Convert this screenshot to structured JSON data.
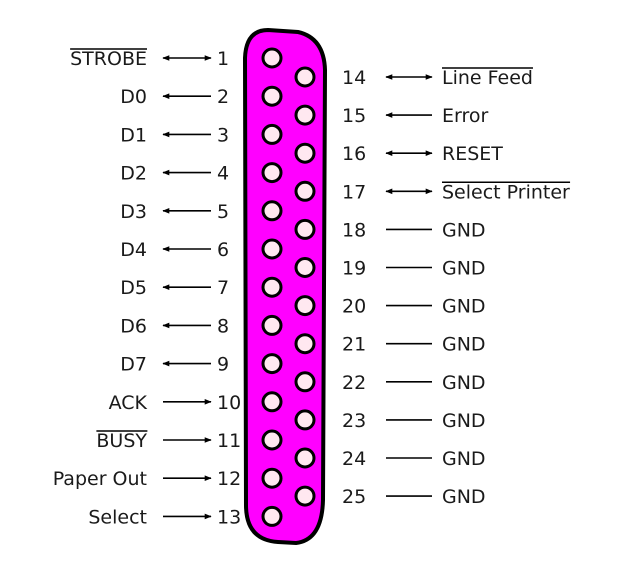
{
  "connector": {
    "body_color": "#ff00ff",
    "pin_color": "#ffe8f0",
    "outline_color": "#000000"
  },
  "left_pins": [
    {
      "num": "1",
      "label": "STROBE",
      "overline": true,
      "dir": "both"
    },
    {
      "num": "2",
      "label": "D0",
      "overline": false,
      "dir": "left"
    },
    {
      "num": "3",
      "label": "D1",
      "overline": false,
      "dir": "left"
    },
    {
      "num": "4",
      "label": "D2",
      "overline": false,
      "dir": "left"
    },
    {
      "num": "5",
      "label": "D3",
      "overline": false,
      "dir": "left"
    },
    {
      "num": "6",
      "label": "D4",
      "overline": false,
      "dir": "left"
    },
    {
      "num": "7",
      "label": "D5",
      "overline": false,
      "dir": "left"
    },
    {
      "num": "8",
      "label": "D6",
      "overline": false,
      "dir": "left"
    },
    {
      "num": "9",
      "label": "D7",
      "overline": false,
      "dir": "left"
    },
    {
      "num": "10",
      "label": "ACK",
      "overline": false,
      "dir": "right"
    },
    {
      "num": "11",
      "label": "BUSY",
      "overline": true,
      "dir": "right"
    },
    {
      "num": "12",
      "label": "Paper Out",
      "overline": false,
      "dir": "right"
    },
    {
      "num": "13",
      "label": "Select",
      "overline": false,
      "dir": "right"
    }
  ],
  "right_pins": [
    {
      "num": "14",
      "label": "Line Feed",
      "overline": true,
      "dir": "both"
    },
    {
      "num": "15",
      "label": "Error",
      "overline": false,
      "dir": "left"
    },
    {
      "num": "16",
      "label": "RESET",
      "overline": false,
      "dir": "both"
    },
    {
      "num": "17",
      "label": "Select Printer",
      "overline": true,
      "dir": "both"
    },
    {
      "num": "18",
      "label": "GND",
      "overline": false,
      "dir": "none"
    },
    {
      "num": "19",
      "label": "GND",
      "overline": false,
      "dir": "none"
    },
    {
      "num": "20",
      "label": "GND",
      "overline": false,
      "dir": "none"
    },
    {
      "num": "21",
      "label": "GND",
      "overline": false,
      "dir": "none"
    },
    {
      "num": "22",
      "label": "GND",
      "overline": false,
      "dir": "none"
    },
    {
      "num": "23",
      "label": "GND",
      "overline": false,
      "dir": "none"
    },
    {
      "num": "24",
      "label": "GND",
      "overline": false,
      "dir": "none"
    },
    {
      "num": "25",
      "label": "GND",
      "overline": false,
      "dir": "none"
    }
  ]
}
